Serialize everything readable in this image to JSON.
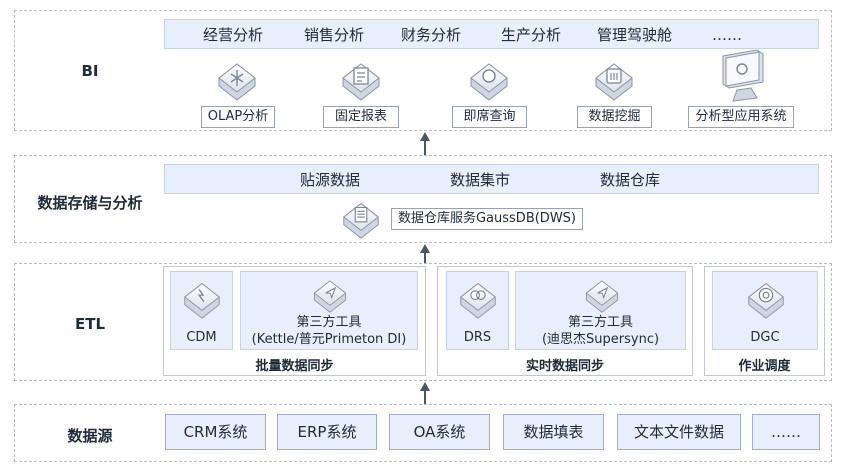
{
  "layers": {
    "bi": "BI",
    "storage": "数据存储与分析",
    "etl": "ETL",
    "source": "数据源"
  },
  "bi": {
    "categories": [
      "经营分析",
      "销售分析",
      "财务分析",
      "生产分析",
      "管理驾驶舱",
      "……"
    ],
    "tools": [
      {
        "label": "OLAP分析",
        "icon": "olap-icon"
      },
      {
        "label": "固定报表",
        "icon": "report-icon"
      },
      {
        "label": "即席查询",
        "icon": "query-icon"
      },
      {
        "label": "数据挖掘",
        "icon": "data-mining-icon"
      },
      {
        "label": "分析型应用系统",
        "icon": "monitor-icon"
      }
    ]
  },
  "storage": {
    "categories": [
      "贴源数据",
      "数据集市",
      "数据仓库"
    ],
    "service": "数据仓库服务GaussDB(DWS)"
  },
  "etl": {
    "batch": {
      "title": "批量数据同步",
      "cdm": "CDM",
      "third_party": "第三方工具\n(Kettle/普元Primeton DI)"
    },
    "realtime": {
      "title": "实时数据同步",
      "drs": "DRS",
      "third_party": "第三方工具\n(迪思杰Supersync)"
    },
    "schedule": {
      "title": "作业调度",
      "dgc": "DGC"
    }
  },
  "sources": [
    "CRM系统",
    "ERP系统",
    "OA系统",
    "数据填表",
    "文本文件数据",
    "……"
  ],
  "colors": {
    "band": "#e8eefa",
    "arrow": "#4a5568",
    "border": "#b7bcc6"
  }
}
